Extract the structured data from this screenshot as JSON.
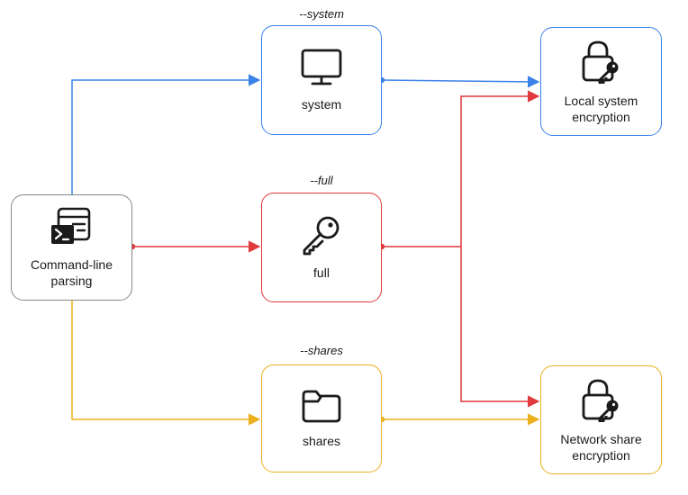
{
  "colors": {
    "blue": "#3b82e8",
    "red": "#e0393e",
    "orange": "#ebb01e",
    "gray": "#888888",
    "icon": "#1a1a1a"
  },
  "nodes": {
    "parser": {
      "label": "Command-line\nparsing",
      "icon": "terminal-form-icon"
    },
    "system": {
      "label": "system",
      "flag": "--system",
      "icon": "monitor-icon"
    },
    "full": {
      "label": "full",
      "flag": "--full",
      "icon": "key-icon"
    },
    "shares": {
      "label": "shares",
      "flag": "--shares",
      "icon": "folder-icon"
    },
    "local": {
      "label": "Local system\nencryption",
      "icon": "lock-key-icon"
    },
    "network": {
      "label": "Network share\nencryption",
      "icon": "lock-key-icon"
    }
  }
}
